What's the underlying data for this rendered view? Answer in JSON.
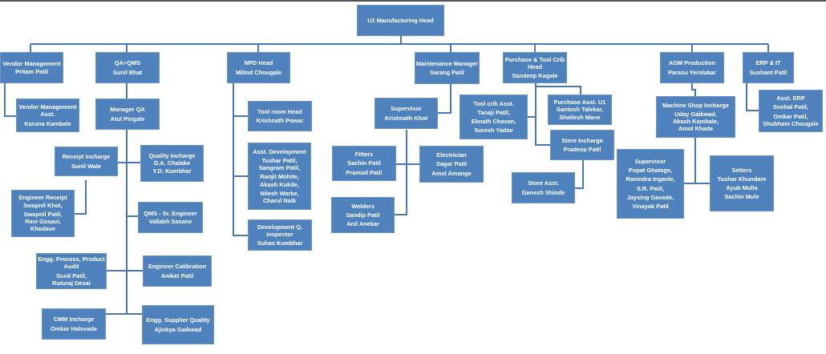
{
  "colors": {
    "box": "#4f81bd",
    "line": "#4a78b0"
  },
  "nodes": {
    "head": [
      "U1 Manufacturing Head"
    ],
    "vendor": [
      "Vendor Management",
      "Pritam Patil"
    ],
    "vendor_asst": [
      "Vendor Management",
      "Asst.",
      "Karuna Kambale"
    ],
    "qa": [
      "QA+QMS",
      "Sunil Bhat"
    ],
    "manager_qa": [
      "Manager QA",
      "Atul Pingale"
    ],
    "receipt": [
      "Receipt  Incharge",
      "Sunil Wale"
    ],
    "quality": [
      "Quality Incharge",
      "D.A. Chalake",
      "Y.D. Kumbhar"
    ],
    "eng_receipt": [
      "Engineer Receipt",
      "Swapnil Khot,",
      "Swapnil Patil,",
      "Ravi Gosavi,",
      "Khodave"
    ],
    "qms_sr": [
      "QMS - Sr.  Engineer",
      "Vallabh Sasane"
    ],
    "engg_process": [
      "Engg. Process, Product",
      "Audit",
      "Sunil Patil,",
      "Ruturaj Desai"
    ],
    "eng_calib": [
      "Engineer Calibration",
      "Aniket Patil"
    ],
    "cmm": [
      "CMM Incharge",
      "Omkar Halsvade"
    ],
    "engg_supplier": [
      "Engg. Supplier Quality",
      "Ajinkya Gaikwad"
    ],
    "npd": [
      "NPD Head",
      "Milind Chougale"
    ],
    "toolroom": [
      "Tool room Head",
      "Krishnath Powar"
    ],
    "asst_dev": [
      "Asst. Development",
      "Tushar Patil,",
      "Sangram Patil,",
      "Ranjit Mohite,",
      "Akash Kukde,",
      "Nilesh Warke,",
      "Charul Naik"
    ],
    "dev_q": [
      "Development Q.",
      "Inspector",
      "Suhas Kumbhar"
    ],
    "maint": [
      "Maintenance Manager",
      "Sarang Patil"
    ],
    "supervisor_k": [
      "Supervisor",
      "Krishnath Khot"
    ],
    "fitters": [
      "Fitters",
      "Sachin Patil",
      "Pramod Patil"
    ],
    "electrician": [
      "Electrician",
      "Sagar Patil",
      "Amol Amange"
    ],
    "welders": [
      "Welders",
      "Sandip Patil",
      "Anil Anekar"
    ],
    "purchase": [
      "Purchase & Tool Crib",
      "Head",
      "Sandeep Kagale"
    ],
    "toolcrib_asst": [
      "Tool crib Asst.",
      "Tanaji Patil,",
      "Eknath Chavan,",
      "Suresh Yadav"
    ],
    "purchase_asst": [
      "Purchase Asst. U1",
      "Santosh Talekar,",
      "Shailesh Mane"
    ],
    "store_incharge": [
      "Store Incharge",
      "Pradeep Patil"
    ],
    "store_asst": [
      "Store Asst.",
      "Ganesh Shinde"
    ],
    "agm": [
      "AGM Production",
      "Parasu Yerolakar"
    ],
    "machine_shop": [
      "Machine Shop Incharge",
      "Uday Gaikwad,",
      "Akash Kambale,",
      "Amol Khade"
    ],
    "supervisor_p": [
      "Supervisor",
      "Popat Ghatage,",
      "Ravindra Ingavle,",
      "S.R. Patil,",
      "Jaysing Gavade,",
      "Vinayak Patil"
    ],
    "setters": [
      "Setters",
      "Tushar Khundare",
      "Ayub Mulla",
      "Sachin Mule"
    ],
    "erp": [
      "ERP & IT",
      "Sushant Patil"
    ],
    "asst_erp": [
      "Asst. ERP",
      "Snehal Patil,",
      "Omkar Patil,",
      "Shubham Chougale"
    ]
  }
}
